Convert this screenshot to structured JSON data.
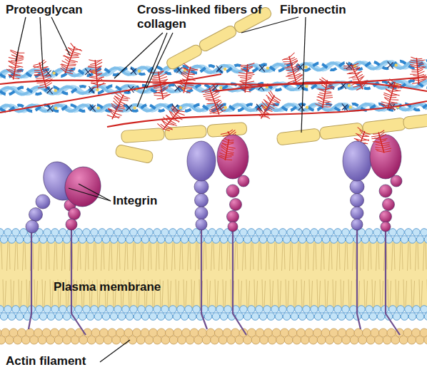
{
  "diagram": {
    "labels": [
      "Proteoglycan",
      "Cross-linked fibers of collagen",
      "Fibronectin",
      "Integrin",
      "Plasma membrane",
      "Actin filament"
    ]
  }
}
